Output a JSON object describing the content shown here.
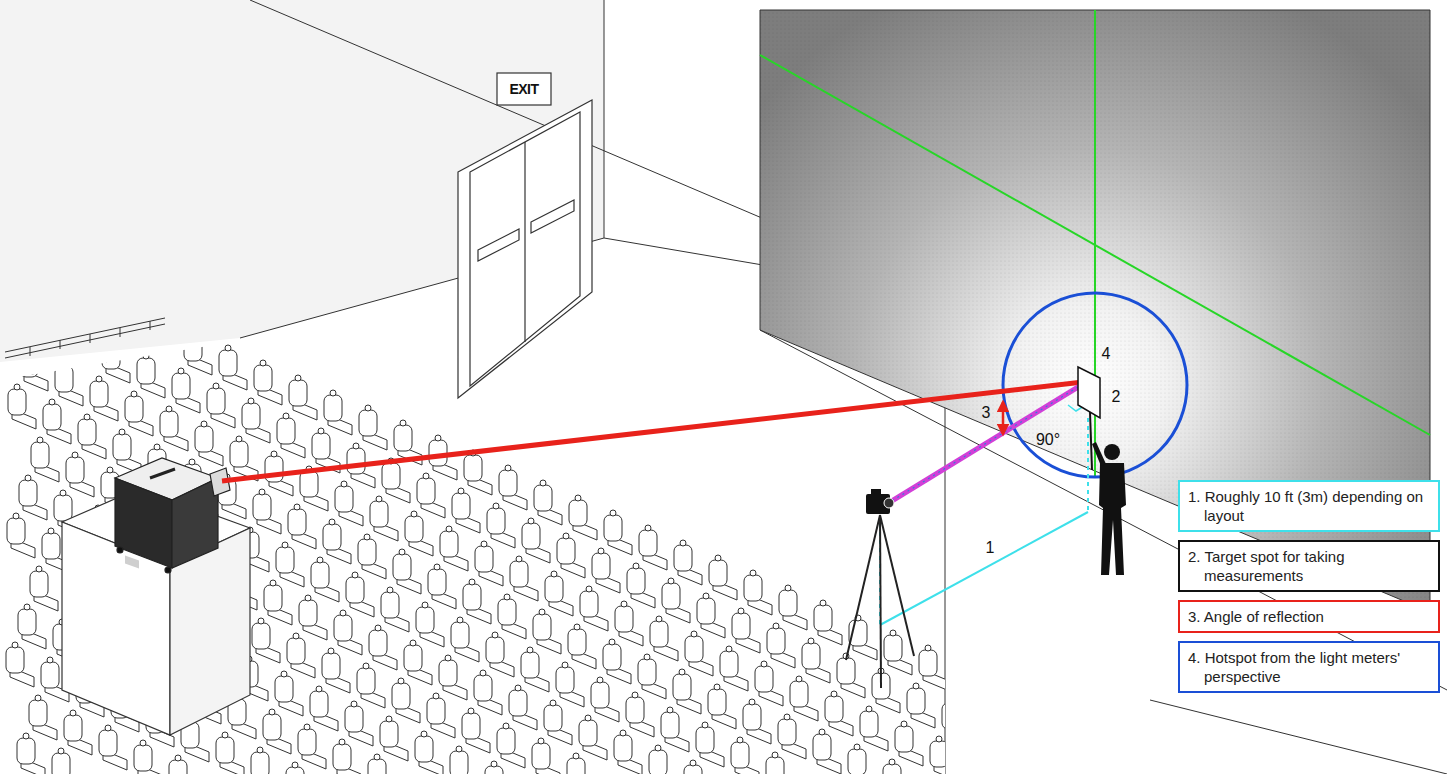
{
  "diagram": {
    "nodes": [
      {
        "text": [
          "1. Roughly 10 ft (3m) depending on layout"
        ]
      },
      {
        "text": [
          "2. Target spot for taking measurements"
        ]
      },
      {
        "text": [
          "3. Angle of reflection"
        ]
      },
      {
        "text": [
          "4. Hotspot from the light meters' perspective"
        ]
      }
    ],
    "labels": [
      "EXIT",
      "4",
      "2",
      "3",
      "90°",
      "1"
    ]
  }
}
